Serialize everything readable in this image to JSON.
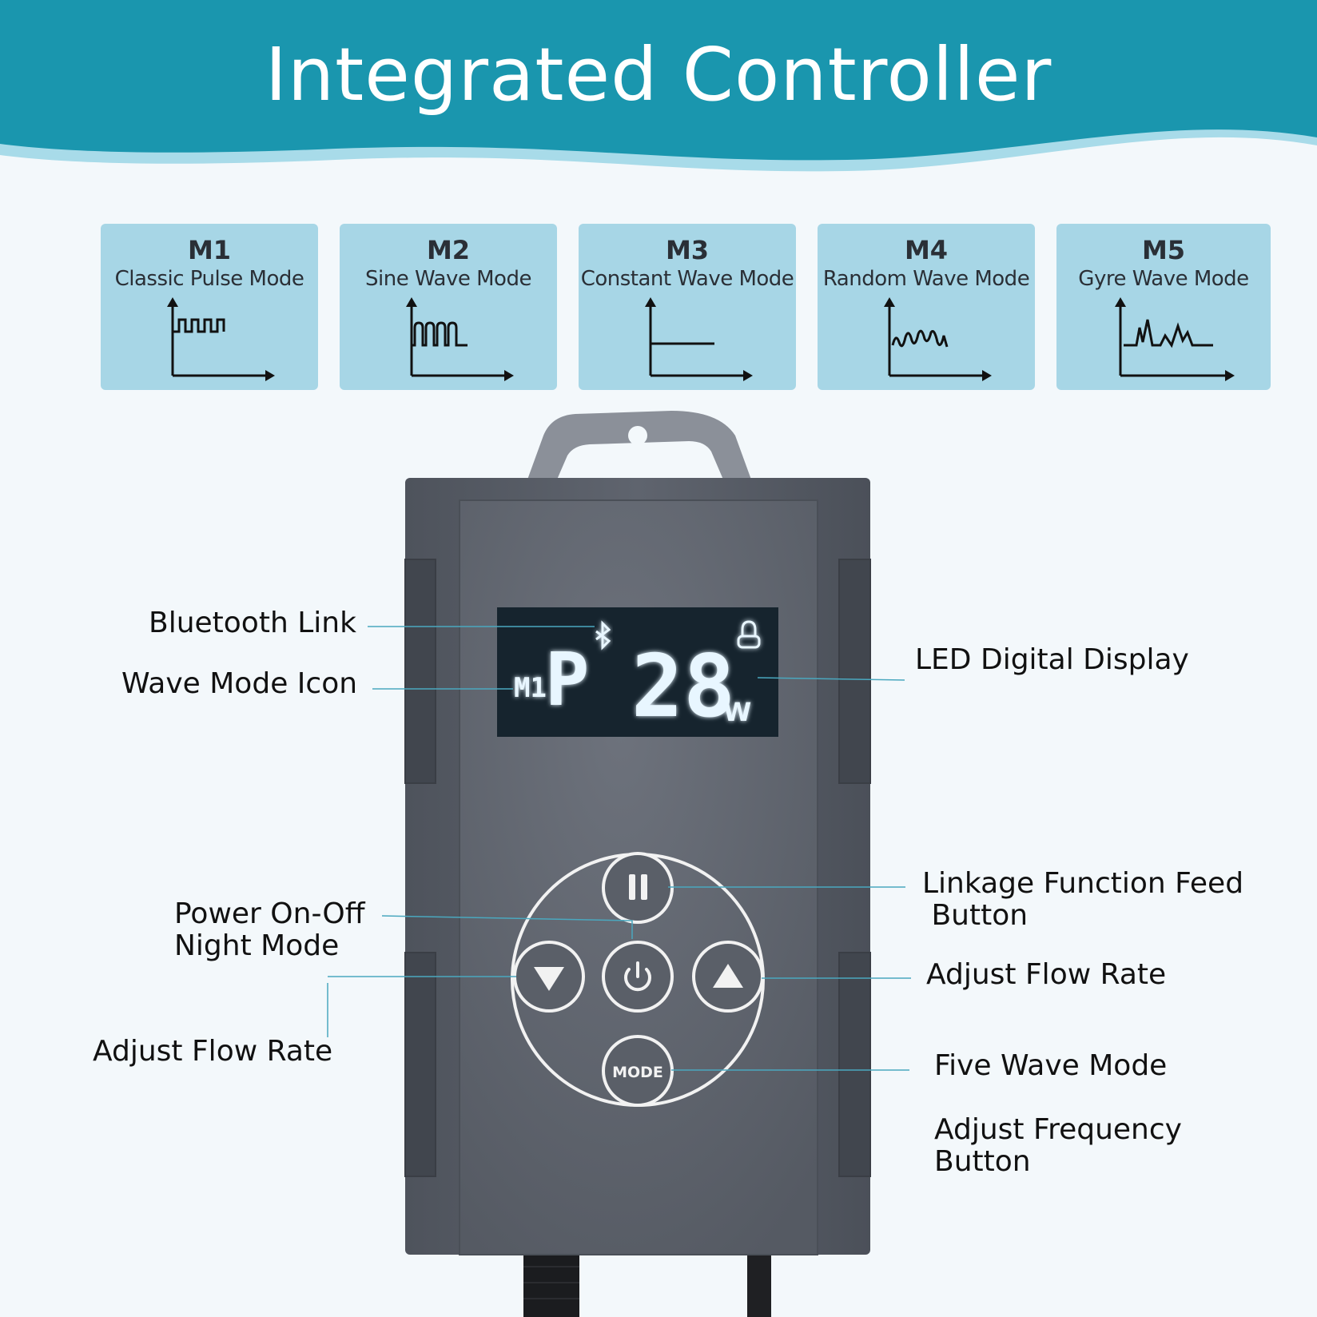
{
  "header": {
    "title": "Integrated Controller"
  },
  "modes": [
    {
      "code": "M1",
      "name": "Classic Pulse Mode",
      "graph_icon": "pulse-wave-graph-icon"
    },
    {
      "code": "M2",
      "name": "Sine Wave Mode",
      "graph_icon": "sine-wave-graph-icon"
    },
    {
      "code": "M3",
      "name": "Constant Wave Mode",
      "graph_icon": "constant-wave-graph-icon"
    },
    {
      "code": "M4",
      "name": "Random Wave Mode",
      "graph_icon": "random-wave-graph-icon"
    },
    {
      "code": "M5",
      "name": "Gyre Wave Mode",
      "graph_icon": "gyre-wave-graph-icon"
    }
  ],
  "display": {
    "mode": "M1",
    "mode_letter": "P",
    "power_value": "28",
    "unit": "W",
    "icons": [
      "bluetooth-icon",
      "lock-icon"
    ]
  },
  "buttons": {
    "feed": "pause-icon",
    "power": "power-icon",
    "down": "triangle-down-icon",
    "up": "triangle-up-icon",
    "mode_label": "MODE"
  },
  "callouts": {
    "bluetooth": "Bluetooth Link",
    "wave_mode_icon": "Wave Mode Icon",
    "power_line1": "Power On-Off",
    "power_line2": "Night Mode",
    "flow_left": "Adjust Flow Rate",
    "led_display": "LED Digital Display",
    "feed_line1": "Linkage Function Feed",
    "feed_line2": " Button",
    "flow_right": "Adjust Flow Rate",
    "five_wave": "Five Wave Mode",
    "freq_line1": "Adjust Frequency",
    "freq_line2": "Button"
  },
  "colors": {
    "header_teal": "#1a96ae",
    "wave_light": "#a8dbe9",
    "card_bg": "#a7d6e6",
    "device_body": "#5c616c",
    "display_glow": "#e8f6ff",
    "leader_line": "#4aa8bf"
  }
}
